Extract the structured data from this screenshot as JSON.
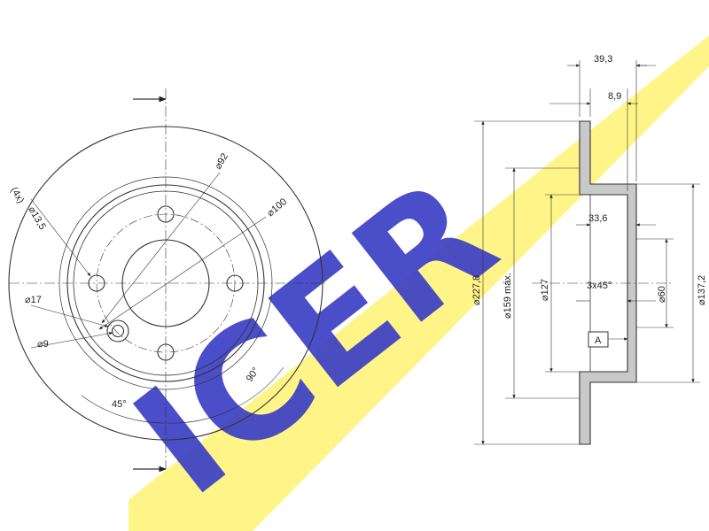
{
  "brand": {
    "logo_text": "ICER",
    "logo_color": "#3b3fc4",
    "band_color": "#fff37a"
  },
  "line_color": "#333333",
  "section_fill": "#c9c9c9",
  "front_view": {
    "labels": {
      "holes": "(4x)",
      "hole_dia": "⌀13,5",
      "pcd": "⌀92",
      "hat_dia": "⌀100",
      "d17": "⌀17",
      "d9": "⌀9",
      "angle_45": "45°",
      "angle_90": "90°"
    }
  },
  "side_view": {
    "labels": {
      "total_width": "39,3",
      "disc_thickness": "8,9",
      "hat_height": "33,6",
      "chamfer": "3x45°",
      "outer_dia": "⌀227,8",
      "friction_dia": "⌀159 máx.",
      "hub_outer": "⌀127",
      "hat_dia": "⌀137,2",
      "center_bore": "⌀60",
      "datum": "A"
    }
  }
}
